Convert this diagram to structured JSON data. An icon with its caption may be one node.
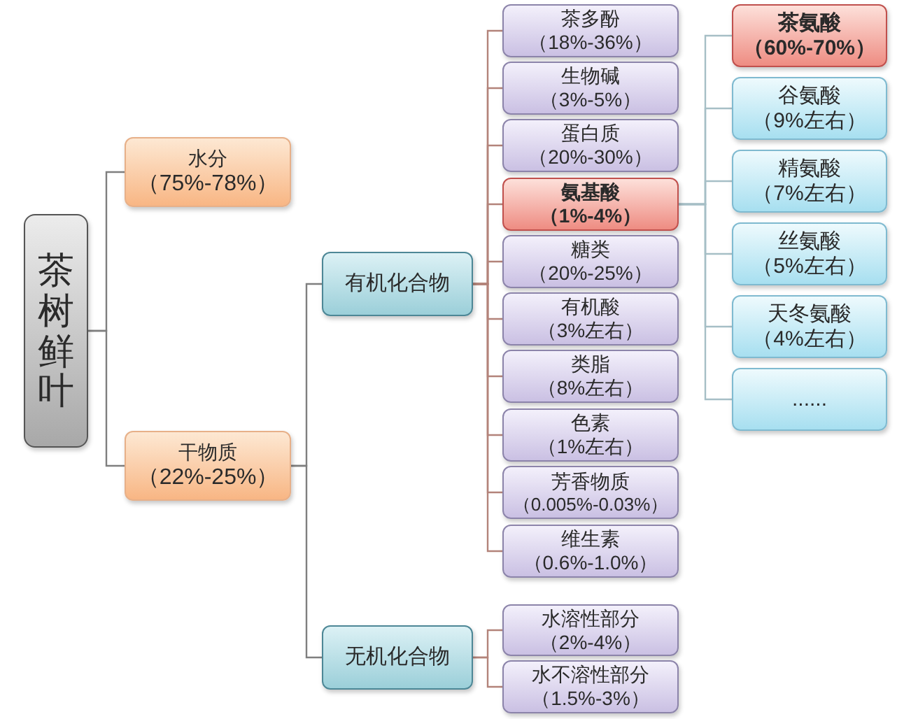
{
  "diagram": {
    "nodes": [
      {
        "text": [
          "茶树鲜叶"
        ]
      },
      {
        "text": [
          "水分",
          "（75%-78%）"
        ]
      },
      {
        "text": [
          "干物质",
          "（22%-25%）"
        ]
      },
      {
        "text": [
          "有机化合物"
        ]
      },
      {
        "text": [
          "无机化合物"
        ]
      },
      {
        "text": [
          "茶多酚",
          "（18%-36%）"
        ]
      },
      {
        "text": [
          "生物碱",
          "（3%-5%）"
        ]
      },
      {
        "text": [
          "蛋白质",
          "（20%-30%）"
        ]
      },
      {
        "text": [
          "氨基酸",
          "（1%-4%）"
        ]
      },
      {
        "text": [
          "糖类",
          "（20%-25%）"
        ]
      },
      {
        "text": [
          "有机酸",
          "（3%左右）"
        ]
      },
      {
        "text": [
          "类脂",
          "（8%左右）"
        ]
      },
      {
        "text": [
          "色素",
          "（1%左右）"
        ]
      },
      {
        "text": [
          "芳香物质",
          "（0.005%-0.03%）"
        ]
      },
      {
        "text": [
          "维生素",
          "（0.6%-1.0%）"
        ]
      },
      {
        "text": [
          "水溶性部分",
          "（2%-4%）"
        ]
      },
      {
        "text": [
          "水不溶性部分",
          "（1.5%-3%）"
        ]
      },
      {
        "text": [
          "茶氨酸",
          "（60%-70%）"
        ]
      },
      {
        "text": [
          "谷氨酸",
          "（9%左右）"
        ]
      },
      {
        "text": [
          "精氨酸",
          "（7%左右）"
        ]
      },
      {
        "text": [
          "丝氨酸",
          "（5%左右）"
        ]
      },
      {
        "text": [
          "天冬氨酸",
          "（4%左右）"
        ]
      },
      {
        "text": [
          "......"
        ]
      }
    ],
    "edges": [
      {
        "from": 0,
        "to": 1,
        "arrow": "none",
        "color": "#7f7f7f"
      },
      {
        "from": 0,
        "to": 2,
        "arrow": "none",
        "color": "#7f7f7f"
      },
      {
        "from": 2,
        "to": 3,
        "arrow": "none",
        "color": "#7f7f7f"
      },
      {
        "from": 2,
        "to": 4,
        "arrow": "none",
        "color": "#7f7f7f"
      },
      {
        "from": 3,
        "to": 5,
        "arrow": "none"
      },
      {
        "from": 3,
        "to": 6,
        "arrow": "none"
      },
      {
        "from": 3,
        "to": 7,
        "arrow": "none"
      },
      {
        "from": 3,
        "to": 8,
        "arrow": "none"
      },
      {
        "from": 3,
        "to": 9,
        "arrow": "none"
      },
      {
        "from": 3,
        "to": 10,
        "arrow": "none"
      },
      {
        "from": 3,
        "to": 11,
        "arrow": "none"
      },
      {
        "from": 3,
        "to": 12,
        "arrow": "none"
      },
      {
        "from": 3,
        "to": 13,
        "arrow": "none"
      },
      {
        "from": 3,
        "to": 14,
        "arrow": "none"
      },
      {
        "from": 4,
        "to": 15,
        "arrow": "none"
      },
      {
        "from": 4,
        "to": 16,
        "arrow": "none"
      },
      {
        "from": 8,
        "to": 17,
        "arrow": "none",
        "color": "#a6bfc6"
      },
      {
        "from": 8,
        "to": 18,
        "arrow": "none",
        "color": "#a6bfc6"
      },
      {
        "from": 8,
        "to": 19,
        "arrow": "none",
        "color": "#a6bfc6"
      },
      {
        "from": 8,
        "to": 20,
        "arrow": "none",
        "color": "#a6bfc6"
      },
      {
        "from": 8,
        "to": 21,
        "arrow": "none",
        "color": "#a6bfc6"
      },
      {
        "from": 8,
        "to": 22,
        "arrow": "none",
        "color": "#a6bfc6"
      }
    ]
  }
}
